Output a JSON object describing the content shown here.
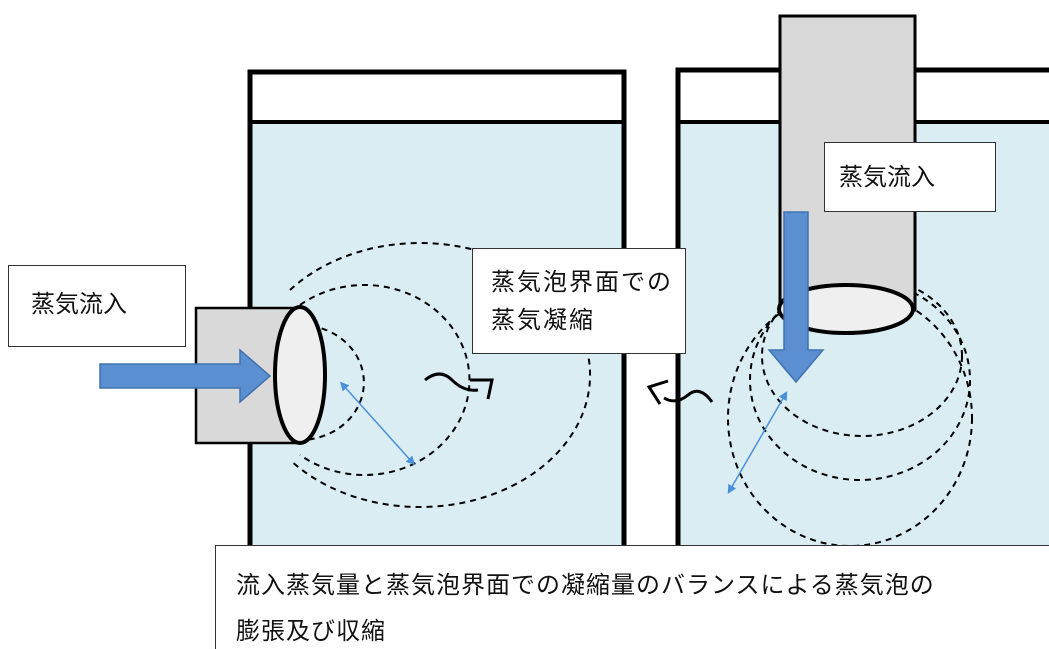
{
  "labels": {
    "left_inflow": "蒸気流入",
    "right_inflow": "蒸気流入",
    "interface": "蒸気泡界面での蒸気凝縮",
    "caption_line1": "流入蒸気量と蒸気泡界面での凝縮量のバランスによる蒸気泡の",
    "caption_line2": "膨張及び収縮"
  },
  "colors": {
    "water": "#daedf3",
    "outline": "#000000",
    "pipe": "#d9d9d9",
    "pipe_end": "#efefef",
    "flow_arrow": "#5b8fd1",
    "flow_arrow_stroke": "#3f72b0",
    "double_arrow": "#4a90d9"
  },
  "icons": [
    "flow-arrow-icon",
    "double-arrow-icon",
    "wavy-arrow-icon"
  ]
}
